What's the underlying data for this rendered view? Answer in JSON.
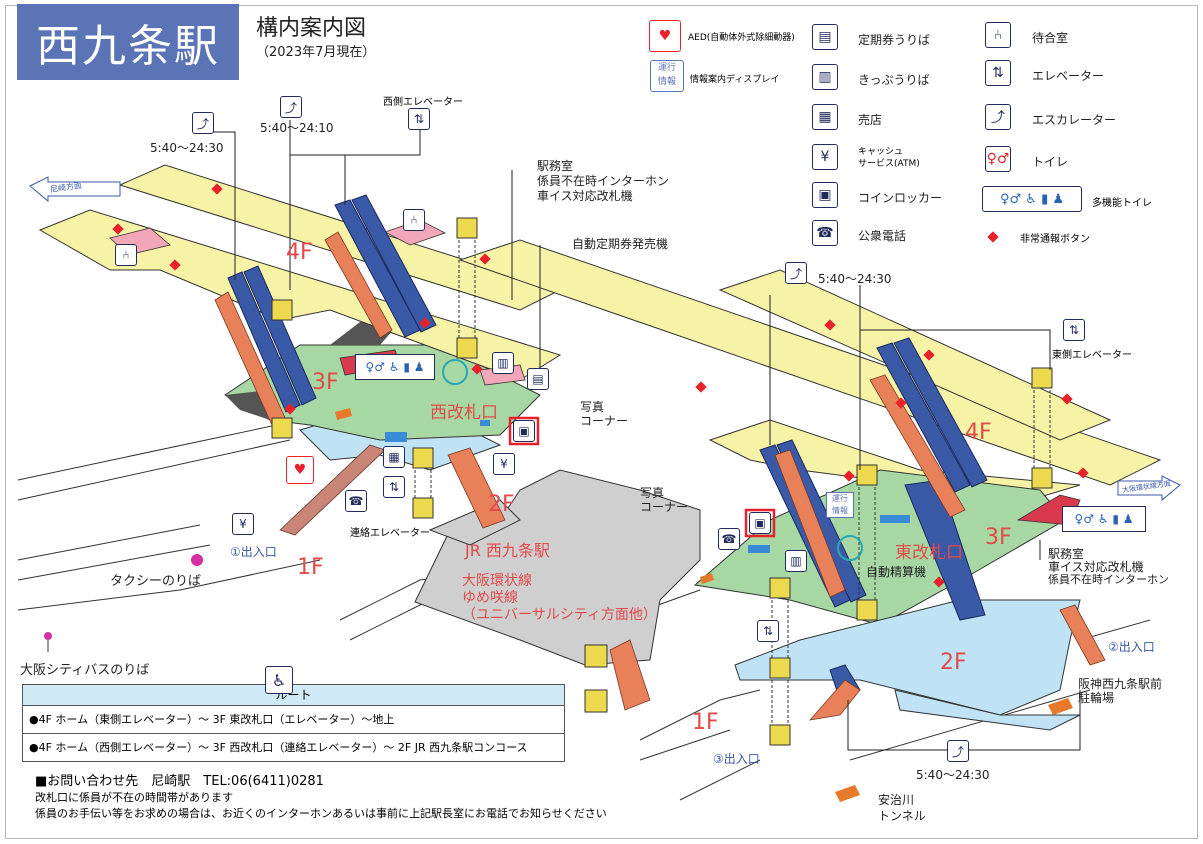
{
  "title": {
    "station": "西九条駅",
    "subtitle": "構内案内図",
    "date": "（2023年7月現在）"
  },
  "legend": {
    "aed": "AED(自動体外式除細動器)",
    "info_display_icon": "運行\n情報",
    "info_display": "情報案内ディスプレイ",
    "commuter_pass": "定期券うりば",
    "tickets": "きっぷうりば",
    "shop": "売店",
    "atm_top": "キャッシュ",
    "atm_bottom": "サービス(ATM)",
    "lockers": "コインロッカー",
    "phone": "公衆電話",
    "waiting_room": "待合室",
    "elevator": "エレベーター",
    "escalator": "エスカレーター",
    "toilet": "トイレ",
    "multi_toilet": "多機能トイレ",
    "emergency_button": "非常通報ボタン"
  },
  "map": {
    "hours_west_1": "5:40〜24:30",
    "hours_west_2": "5:40〜24:10",
    "west_elevator": "西側エレベーター",
    "station_office_west_1": "駅務室",
    "station_office_west_2": "係員不在時インターホン",
    "station_office_west_3": "車イス対応改札機",
    "auto_commuter_machine": "自動定期券発売機",
    "hours_east_1": "5:40〜24:30",
    "east_elevator": "東側エレベーター",
    "floor_4f_west": "4F",
    "floor_4f_east": "4F",
    "floor_3f_west": "3F",
    "floor_3f_east": "3F",
    "floor_2f_center": "2F",
    "floor_2f_east": "2F",
    "floor_1f_west": "1F",
    "floor_1f_east": "1F",
    "west_gate": "西改札口",
    "east_gate": "東改札口",
    "photo_corner_1": "写真\nコーナー",
    "photo_corner_2": "写真\nコーナー",
    "connecting_elevator": "連絡エレベーター",
    "jr_concourse": "JR 西九条駅",
    "lines_1": "大阪環状線",
    "lines_2": "ゆめ咲線",
    "lines_3": "（ユニバーサルシティ方面他）",
    "exit_1": "①出入口",
    "exit_2": "②出入口",
    "exit_3": "③出入口",
    "taxi": "タクシーのりば",
    "city_bus": "大阪シティバスのりば",
    "station_office_east_1": "駅務室",
    "station_office_east_2": "車イス対応改札機",
    "station_office_east_3": "係員不在時インターホン",
    "fare_adjust": "自動精算機",
    "hanshin_1": "阪神西九条駅前",
    "hanshin_2": "駐輪場",
    "hours_east_2": "5:40〜24:30",
    "tunnel_1": "安治川",
    "tunnel_2": "トンネル",
    "dir_amagasaki": "尼崎方面",
    "dir_osaka": "大阪環状線方面"
  },
  "route": {
    "header": "ルート",
    "rows": [
      "●4F ホーム（東側エレベーター）〜 3F 東改札口（エレベーター）〜地上",
      "●4F ホーム（西側エレベーター）〜 3F 西改札口（連絡エレベーター）〜 2F JR 西九条駅コンコース"
    ]
  },
  "footer": {
    "contact": "■お問い合わせ先　尼崎駅　TEL:06(6411)0281",
    "note_1": "改札口に係員が不在の時間帯があります",
    "note_2": "係員のお手伝い等をお求めの場合は、お近くのインターホンあるいは事前に上記駅長室にお電話でお知らせください"
  },
  "colors": {
    "title_bg": "#5b74b5",
    "platform": "#f7f3a6",
    "concourse_3f": "#a7d8a4",
    "concourse_2f": "#bfe3f5",
    "ground": "#cfcfcf",
    "escalator": "#3a5aa8",
    "stairs": "#e8805a",
    "accent_red": "#e34a4a",
    "emergency": "#e8222a"
  }
}
